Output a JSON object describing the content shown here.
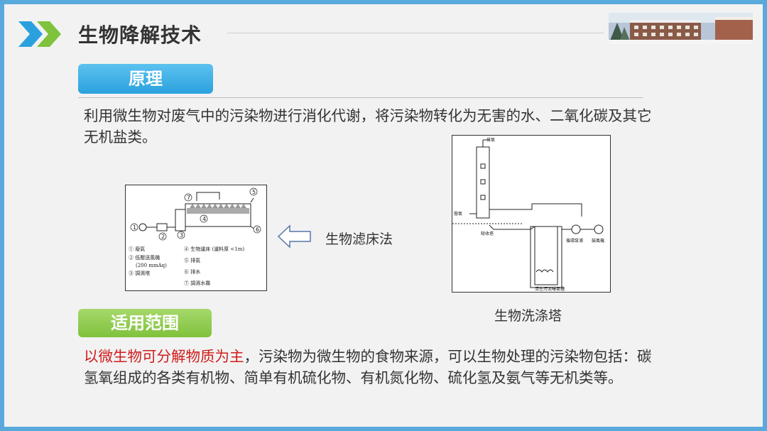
{
  "header": {
    "title": "生物降解技术"
  },
  "principle": {
    "tag": "原理",
    "text": "利用微生物对废气中的污染物进行消化代谢，将污染物转化为无害的水、二氧化碳及其它无机盐类。"
  },
  "biofilter": {
    "caption": "生物滤床法",
    "numbers": [
      "1",
      "2",
      "3",
      "4",
      "5",
      "6",
      "7"
    ],
    "legend_left": [
      "① 廢氣",
      "② 低壓送風機",
      "(200 mmAq)",
      "③ 調濕塔"
    ],
    "legend_right": [
      "④ 生物濾床 (濾料厚 <1m)",
      "⑤ 排氣",
      "⑥ 排水",
      "⑦ 調濕水霧"
    ]
  },
  "scrubber": {
    "caption": "生物洗涤塔",
    "labels": {
      "exhaust": "排氣",
      "inlet": "廢氣",
      "tower": "吸收塔",
      "pump": "循環泵浦",
      "blower": "鼓風機",
      "tank": "活性污泥曝氣槽"
    }
  },
  "scope": {
    "tag": "适用范围",
    "highlight": "以微生物可分解物质为主",
    "text": "，污染物为微生物的食物来源，可以生物处理的污染物包括：碳氢氧组成的各类有机物、简单有机硫化物、有机氮化物、硫化氢及氨气等无机类等。"
  },
  "colors": {
    "frame": "#5aa9dc",
    "tag_blue": "#2aa1de",
    "tag_green": "#7fc23c",
    "highlight": "#d01c1c"
  }
}
